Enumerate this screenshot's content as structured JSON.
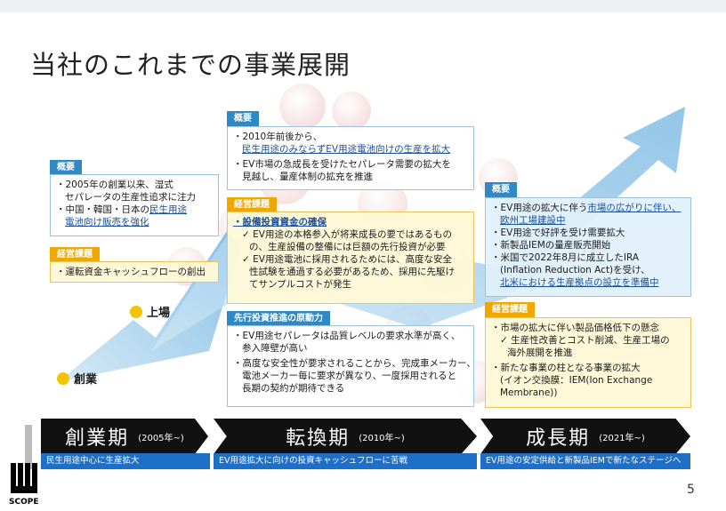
{
  "slide": {
    "title": "当社のこれまでの事業展開",
    "page_number": "5",
    "logo_text": "SCOPE"
  },
  "milestones": {
    "founding": "創業",
    "listing": "上場"
  },
  "phase1": {
    "overview_tag": "概要",
    "overview": [
      "・2005年の創業以来、湿式",
      "セパレータの生産性追求に注力",
      "・中国・韓国・日本の",
      "民生用途",
      "電池向け販売を強化"
    ],
    "issue_tag": "経営課題",
    "issue": "・運転資金キャッシュフローの創出"
  },
  "phase2": {
    "overview_tag": "概要",
    "overview": [
      "・2010年前後から、",
      "民生用途のみならずEV用途電池向けの生産を拡大",
      "・EV市場の急成長を受けたセパレータ需要の拡大を",
      "見越し、量産体制の拡充を推進"
    ],
    "issue_tag": "経営課題",
    "issue": [
      "・設備投資資金の確保",
      "✓ EV用途の本格参入が将来成長の要ではあるもの",
      "の、生産設備の整備には巨額の先行投資が必要",
      "✓ EV用途電池に採用されるためには、高度な安全",
      "性試験を通過する必要があるため、採用に先駆け",
      "てサンプルコストが発生"
    ],
    "drive_tag": "先行投資推進の原動力",
    "drive": [
      "・EV用途セパレータは品質レベルの要求水準が高く、",
      "参入障壁が高い",
      "・高度な安全性が要求されることから、完成車メーカー、",
      "電池メーカー毎に要求が異なり、一度採用されると",
      "長期の契約が期待できる"
    ]
  },
  "phase3": {
    "overview_tag": "概要",
    "overview": [
      "・EV用途の拡大に伴う",
      "市場の広がりに伴い、",
      "欧州工場建設中",
      "・EV用途で好評を受け需要拡大",
      "・新製品IEMの量産販売開始",
      "・米国で2022年8月に成立したIRA",
      "(Inflation Reduction Act)を受け、",
      "北米における生産拠点の設立を準備中"
    ],
    "issue_tag": "経営課題",
    "issue": [
      "・市場の拡大に伴い製品価格低下の懸念",
      "✓ 生産性改善とコスト削減、生産工場の",
      "海外展開を推進",
      "・新たな事業の柱となる事業の拡大",
      "(イオン交換膜：IEM(Ion Exchange",
      "Membrane))"
    ]
  },
  "phases": [
    {
      "name": "創業期",
      "period": "(2005年~)",
      "caption": "民生用途中心に生産拡大"
    },
    {
      "name": "転換期",
      "period": "(2010年~)",
      "caption": "EV用途拡大に向けの投資キャッシュフローに苦戦"
    },
    {
      "name": "成長期",
      "period": "(2021年~)",
      "caption": "EV用途の安定供給と新製品IEMで新たなステージへ"
    }
  ]
}
